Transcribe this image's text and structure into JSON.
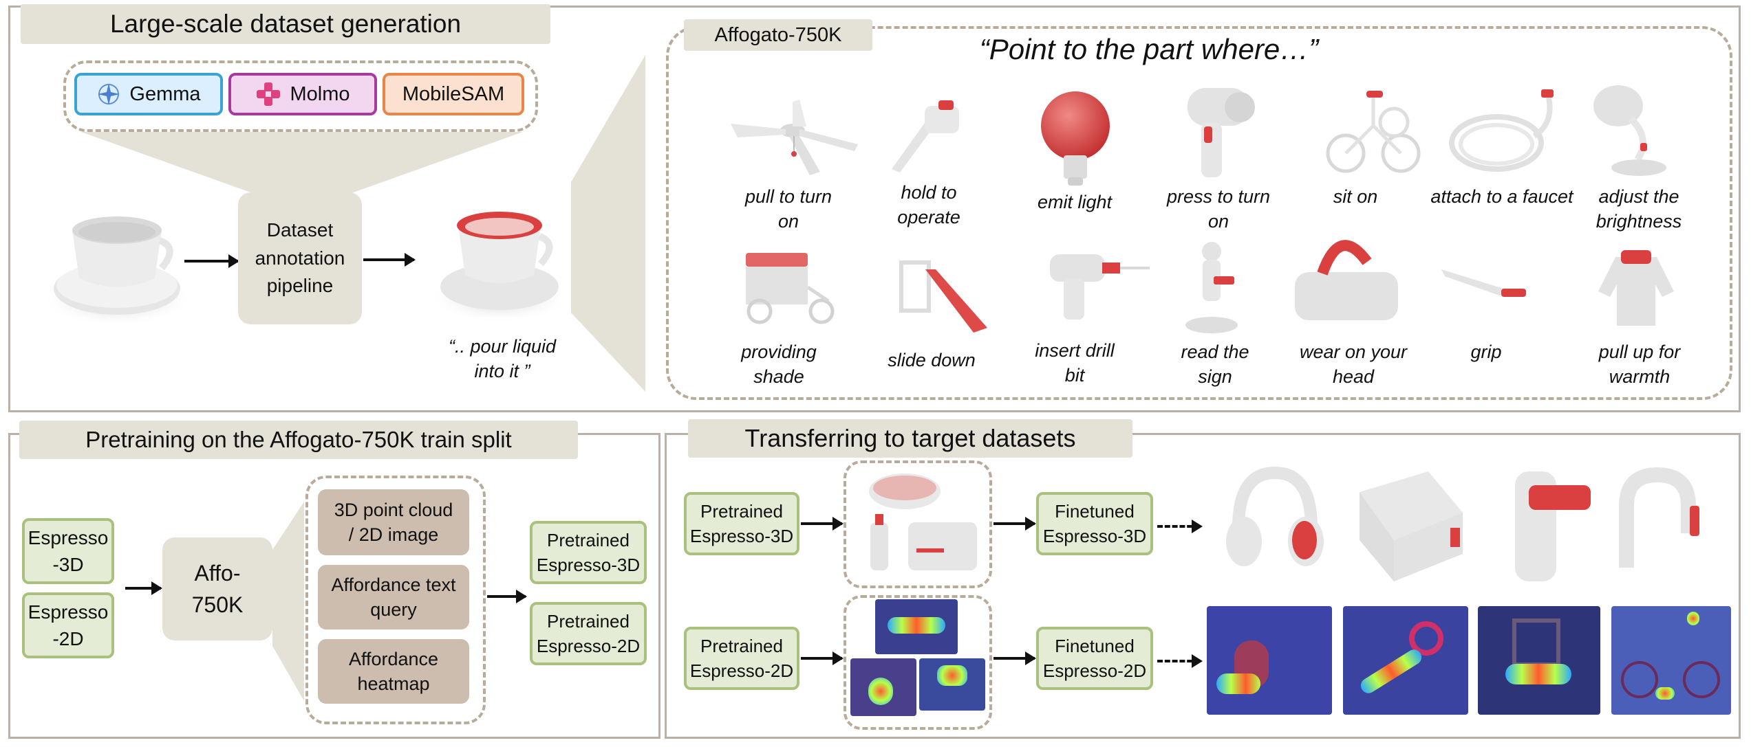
{
  "top": {
    "title": "Large-scale dataset generation",
    "models": [
      {
        "label": "Gemma",
        "icon": "gemma-icon",
        "border": "#3aa3d4",
        "bg": "#dcefff"
      },
      {
        "label": "Molmo",
        "icon": "molmo-icon",
        "border": "#a73b9b",
        "bg": "#f3d6ef"
      },
      {
        "label": "MobileSAM",
        "icon": "",
        "border": "#e8864a",
        "bg": "#fde1d0"
      }
    ],
    "pipeline_label": "Dataset\nannotation\npipeline",
    "cup_caption": "“..  pour liquid\ninto it ”",
    "dataset_tab": "Affogato-750K",
    "prompt": "“Point to the part where…”",
    "captions_row1": [
      "pull to turn\non",
      "hold to\noperate",
      "emit light",
      "press to turn\non",
      "sit on",
      "attach to a faucet",
      "adjust the\nbrightness"
    ],
    "captions_row2": [
      "providing\nshade",
      "slide down",
      "insert drill\nbit",
      "read the\nsign",
      "wear on your\nhead",
      "grip",
      "pull up for\nwarmth"
    ]
  },
  "pretrain": {
    "title": "Pretraining on the Affogato-750K train split",
    "inputs": [
      "Espresso\n-3D",
      "Espresso\n-2D"
    ],
    "dataset": "Affo-\n750K",
    "contents": [
      "3D point cloud\n/ 2D image",
      "Affordance text\nquery",
      "Affordance\nheatmap"
    ],
    "outputs": [
      "Pretrained\nEspresso-3D",
      "Pretrained\nEspresso-2D"
    ]
  },
  "transfer": {
    "title": "Transferring to target datasets",
    "pretrained": [
      "Pretrained\nEspresso-3D",
      "Pretrained\nEspresso-2D"
    ],
    "finetuned": [
      "Finetuned\nEspresso-3D",
      "Finetuned\nEspresso-2D"
    ]
  }
}
